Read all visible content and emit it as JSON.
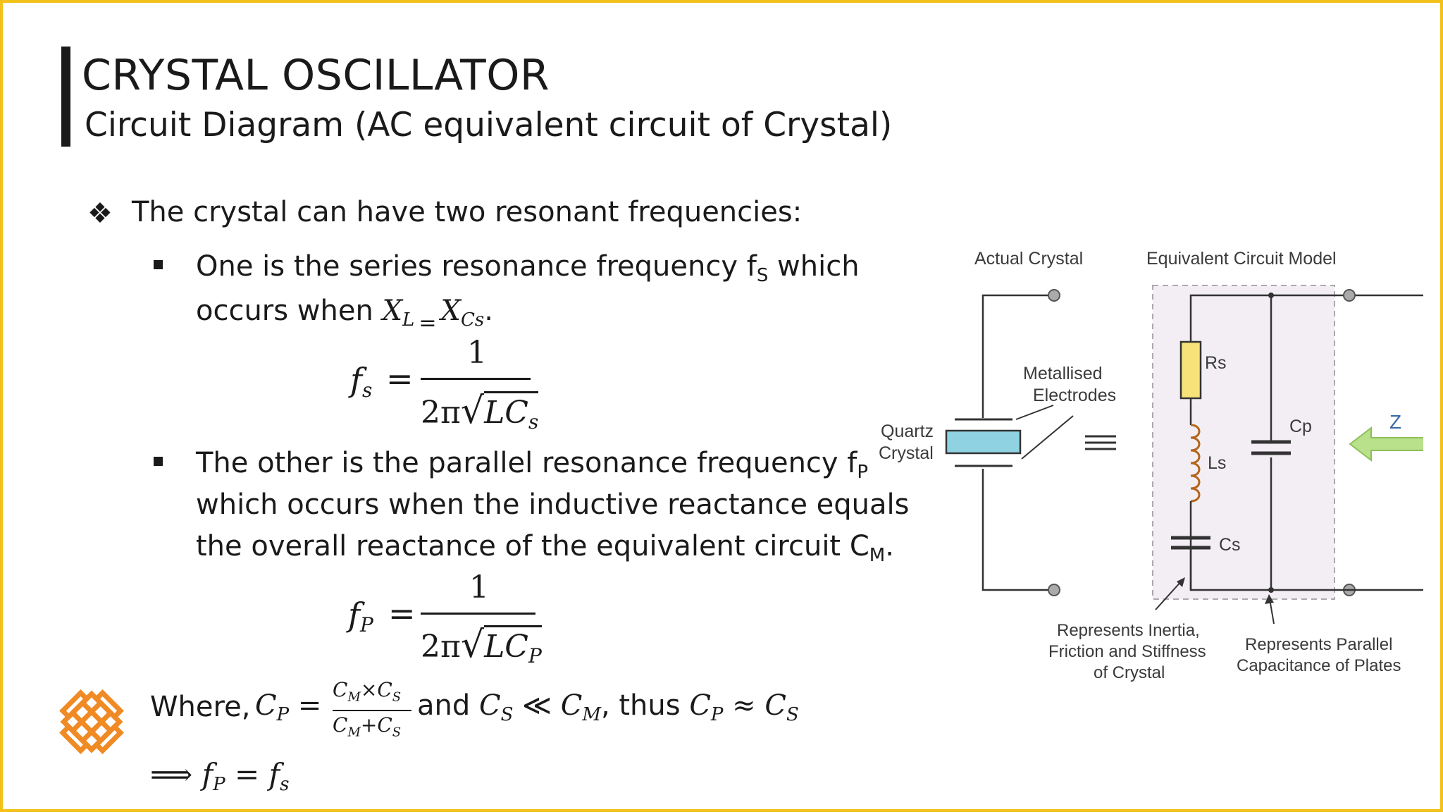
{
  "slide": {
    "title": "CRYSTAL OSCILLATOR",
    "subtitle": "Circuit Diagram (AC equivalent circuit of Crystal)"
  },
  "bullets": {
    "main": "The crystal can have two resonant  frequencies:",
    "series_line1_a": "One is the series resonance frequency f",
    "series_line1_sub": "S",
    "series_line1_b": " which",
    "series_line2": "occurs when ",
    "parallel_line1_a": "The other is the parallel resonance frequency f",
    "parallel_line1_sub": "P",
    "parallel_line2": "which occurs when the inductive reactance equals",
    "parallel_line3_a": "the overall reactance of the equivalent circuit C",
    "parallel_line3_sub": "M",
    "parallel_line3_b": "."
  },
  "equations": {
    "xl": "X",
    "xl_sub": "L",
    "eq_sign": "=",
    "xcs": "X",
    "xcs_sub": "Cs",
    "period": ".",
    "fs_lhs": "f",
    "fs_lhs_sub": "s",
    "fs_eq": "=",
    "fs_num": "1",
    "fs_den_a": "2π",
    "fs_den_b": "LC",
    "fs_den_sub": "s",
    "fp_lhs": "f",
    "fp_lhs_sub": "P",
    "fp_eq": "=",
    "fp_num": "1",
    "fp_den_a": "2π",
    "fp_den_b": "LC",
    "fp_den_sub": "P",
    "where_label": "Where, ",
    "cp": "C",
    "cp_sub": "P",
    "cp_eq": " = ",
    "frac_num": "C",
    "frac_num_sub1": "M",
    "frac_num_mid": "×C",
    "frac_num_sub2": "S",
    "frac_den": "C",
    "frac_den_sub1": "M",
    "frac_den_mid": "+C",
    "frac_den_sub2": "S",
    "and_text": " and ",
    "cs": "C",
    "cs_sub": "S",
    "ll": " ≪ ",
    "cm": "C",
    "cm_sub": "M",
    "thus_text": ", thus ",
    "cp2": "C",
    "cp2_sub": "P",
    "approx": " ≈ ",
    "cs2": "C",
    "cs2_sub": "S",
    "implies": "⟹ ",
    "final_fp": "f",
    "final_fp_sub": "P",
    "final_eq": " = ",
    "final_fs": "f",
    "final_fs_sub": "s"
  },
  "diagram": {
    "label_actual": "Actual Crystal",
    "label_equivalent": "Equivalent Circuit Model",
    "label_metallised_1": "Metallised",
    "label_metallised_2": "Electrodes",
    "label_quartz_1": "Quartz",
    "label_quartz_2": "Crystal",
    "label_rs": "Rs",
    "label_ls": "Ls",
    "label_cs": "Cs",
    "label_cp": "Cp",
    "label_z": "Z",
    "note_left_1": "Represents Inertia,",
    "note_left_2": "Friction and Stiffness",
    "note_left_3": "of Crystal",
    "note_right_1": "Represents Parallel",
    "note_right_2": "Capacitance of Plates",
    "colors": {
      "crystal_fill": "#8fd3e3",
      "resistor_fill": "#f7e27a",
      "inductor_stroke": "#b5651d",
      "arrow_fill": "#b9e08a",
      "box_fill": "#f3eef4"
    }
  },
  "theme": {
    "border_color": "#f2c21b",
    "logo_color": "#f08a24"
  }
}
